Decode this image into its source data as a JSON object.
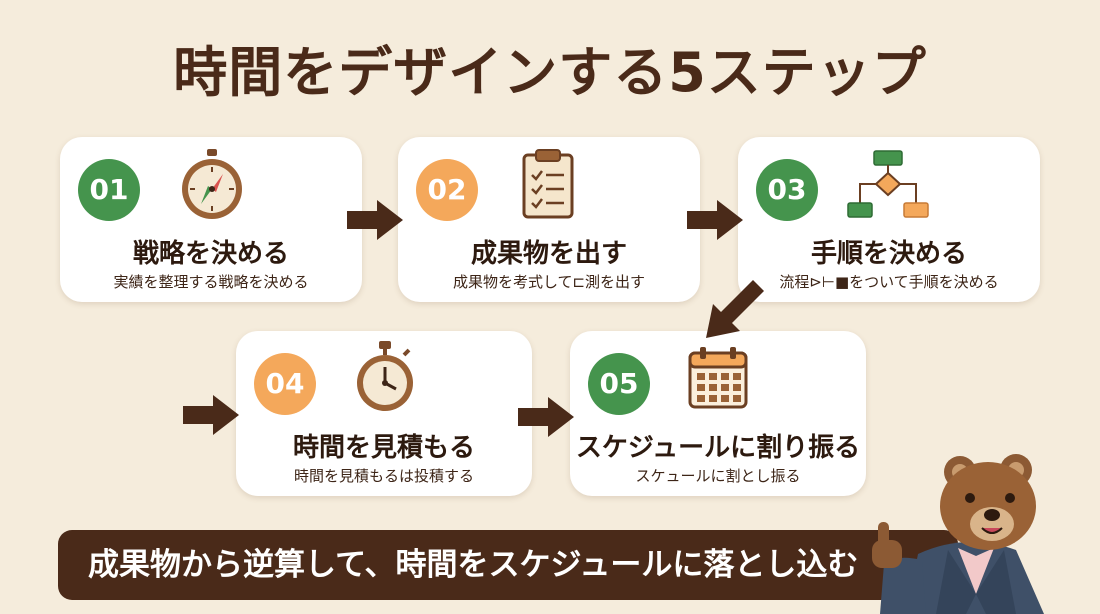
{
  "title": "時間をデザインする5ステップ",
  "colors": {
    "green": "#45944d",
    "orange": "#f4a85b",
    "brown": "#4a2a19",
    "background": "#f5ecdc"
  },
  "steps": [
    {
      "number": "01",
      "title": "戦略を決める",
      "subtitle": "実績を整理する戦略を決める",
      "icon": "compass-icon",
      "badge_color": "green"
    },
    {
      "number": "02",
      "title": "成果物を出す",
      "subtitle": "成果物を考式して⊏測を出す",
      "icon": "clipboard-checklist-icon",
      "badge_color": "orange"
    },
    {
      "number": "03",
      "title": "手順を決める",
      "subtitle": "流程⊳⊢■をついて手順を決める",
      "icon": "flowchart-icon",
      "badge_color": "green"
    },
    {
      "number": "04",
      "title": "時間を見積もる",
      "subtitle": "時間を見積もるは投積する",
      "icon": "stopwatch-icon",
      "badge_color": "orange"
    },
    {
      "number": "05",
      "title": "スケジュールに割り振る",
      "subtitle": "スケュールに割とし振る",
      "icon": "calendar-icon",
      "badge_color": "green"
    }
  ],
  "banner": {
    "text": "成果物から逆算して、時間をスケジュールに落とし込む"
  },
  "mascot": {
    "icon": "bear-mascot-thumbs-up"
  }
}
